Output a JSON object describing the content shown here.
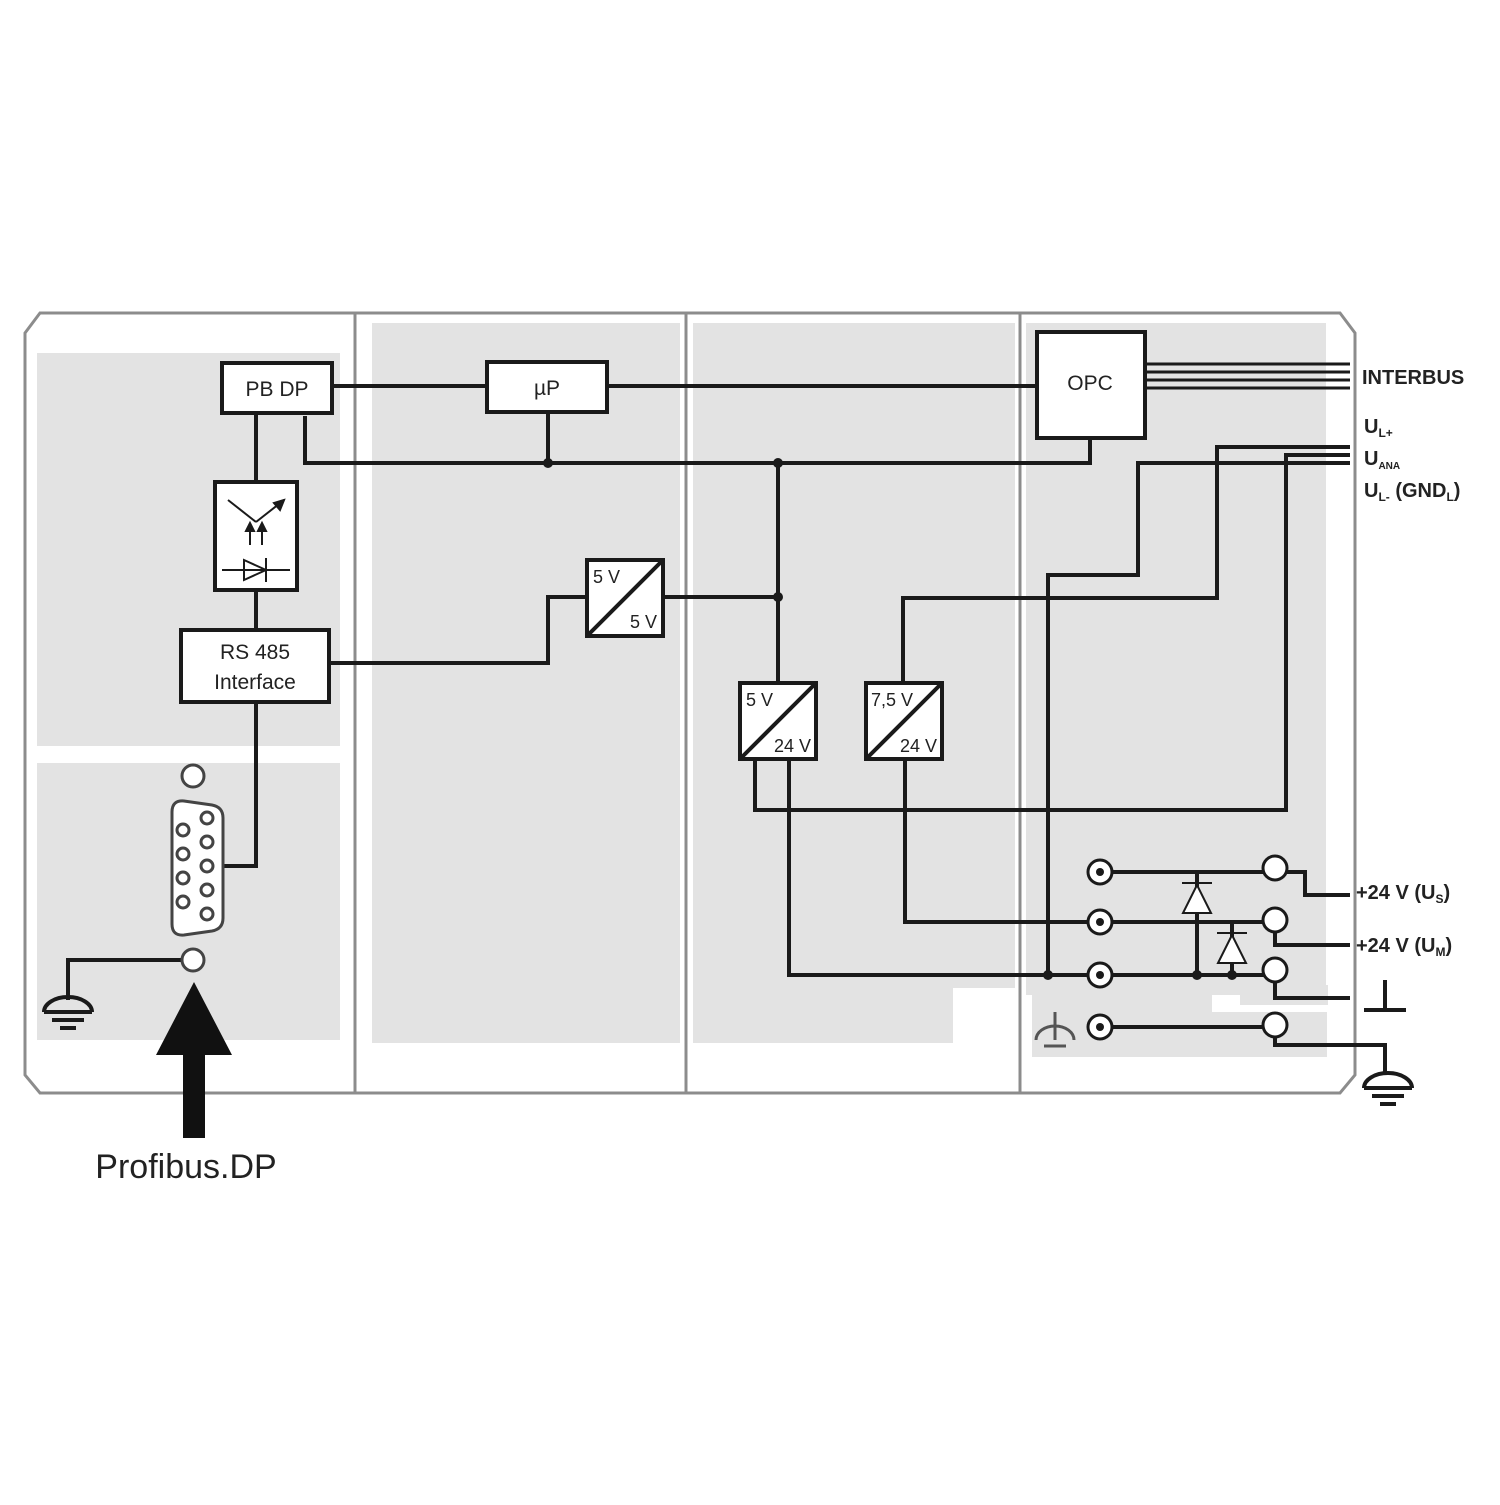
{
  "blocks": {
    "pb_dp": "PB DP",
    "micro": "µP",
    "opc": "OPC",
    "rs485_line1": "RS 485",
    "rs485_line2": "Interface"
  },
  "converters": {
    "c1_in": "5 V",
    "c1_out": "5 V",
    "c2_in": "5 V",
    "c2_out": "24 V",
    "c3_in": "7,5 V",
    "c3_out": "24 V"
  },
  "signals": {
    "interbus": "INTERBUS",
    "ul_plus_base": "U",
    "ul_plus_sub": "L+",
    "uana_base": "U",
    "uana_sub": "ANA",
    "ul_minus_base": "U",
    "ul_minus_sub": "L-",
    "ul_minus_suffix": " (GND",
    "ul_minus_suffix_sub": "L",
    "ul_minus_close": ")"
  },
  "supply": {
    "s1_prefix": "+24 V (U",
    "s1_sub": "S",
    "s1_close": ")",
    "s2_prefix": "+24 V (U",
    "s2_sub": "M",
    "s2_close": ")"
  },
  "bus_label": "Profibus.DP",
  "colors": {
    "panel_fill": "#e3e3e3",
    "line": "#1a1a1a",
    "frame": "#8c8c8c"
  },
  "icons": [
    "optocoupler-icon",
    "ground-icon",
    "diode-icon",
    "terminal-icon",
    "sub-d-connector-icon",
    "arrow-up-icon"
  ]
}
